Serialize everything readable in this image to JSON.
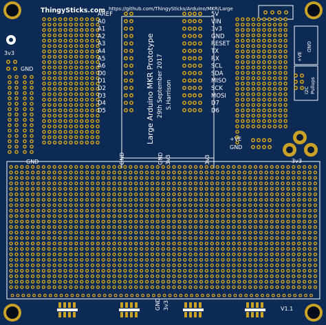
{
  "colors": {
    "board": "#0d2a55",
    "pad": "#c9a227",
    "pad_hole": "#0a1a33",
    "silk": "#ffffff",
    "trace": "#1b4a8a"
  },
  "header": {
    "brand": "ThingySticks.com",
    "url": "https://github.com/ThingySticks/Arduino/MKR/Large"
  },
  "title_block": {
    "title": "Large Arduino MKR Prototype",
    "date": "29th September 2017",
    "author": "S.Harrison"
  },
  "left_pins": [
    "AREF",
    "A0",
    "A1",
    "A2",
    "A3",
    "A4",
    "A5",
    "A6",
    "D0",
    "D1",
    "D2",
    "D3",
    "D4",
    "D5"
  ],
  "right_pins": [
    "5V",
    "VIN",
    "3v3",
    "GND",
    "RESET",
    "TX",
    "RX",
    "SCL",
    "SDA",
    "MISO",
    "SCK",
    "MOSI",
    "D7",
    "D6"
  ],
  "labels": {
    "gnd_small": "GND",
    "v33_small": "3v3",
    "gnd_left_bus": "GND",
    "gnd_mid": "GND",
    "gnd_mid2": "GND",
    "v33_mid": "3v3",
    "v33_right_bus": "3v3",
    "v33_bottom_right": "3v3",
    "plus_ve": "+VE",
    "gnd_power": "GND",
    "plus_ve_right": "+VE",
    "gnd_right": "GND",
    "i2c_pullups": "I2C\nPullups",
    "version": "V1.1",
    "gnd_bottom": "GND",
    "v33_bottom": "3v3"
  }
}
